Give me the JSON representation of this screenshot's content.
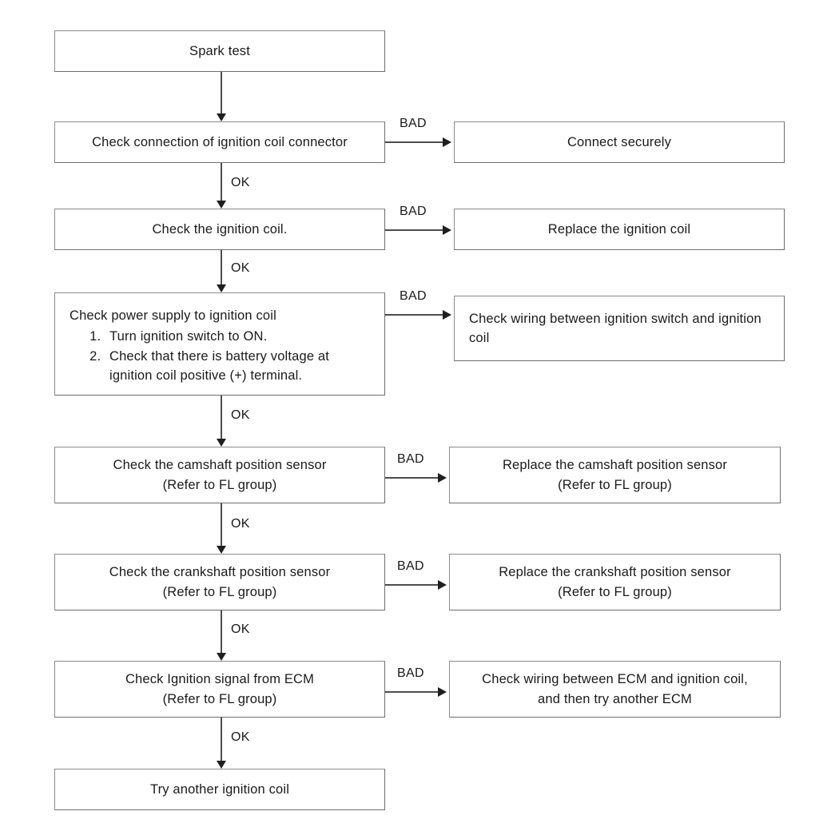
{
  "diagram": {
    "title": "Spark test diagnostic flowchart",
    "colors": {
      "box_border": "#8c8c8c",
      "connector": "#4d4d4d",
      "arrow": "#1f1f1f",
      "text": "#1a1a1a",
      "background": "#ffffff"
    },
    "edge_labels": {
      "ok": "OK",
      "bad": "BAD"
    },
    "main_steps": [
      {
        "id": "spark-test",
        "text": "Spark test"
      },
      {
        "id": "check-connector",
        "text": "Check connection of ignition coil connector"
      },
      {
        "id": "check-coil",
        "text": "Check the ignition coil."
      },
      {
        "id": "check-power-supply",
        "heading": "Check power supply to ignition coil",
        "items": [
          "Turn ignition switch to ON.",
          "Check that there is battery voltage at ignition coil positive (+) terminal."
        ]
      },
      {
        "id": "check-camshaft-sensor",
        "text": "Check the camshaft position sensor\n(Refer to FL group)"
      },
      {
        "id": "check-crankshaft-sensor",
        "text": "Check the crankshaft position sensor\n(Refer to FL group)"
      },
      {
        "id": "check-ignition-signal",
        "text": "Check Ignition signal from ECM\n(Refer to FL group)"
      },
      {
        "id": "try-another-coil",
        "text": "Try another ignition coil"
      }
    ],
    "bad_outcomes": [
      {
        "id": "connect-securely",
        "text": "Connect securely"
      },
      {
        "id": "replace-ignition-coil",
        "text": "Replace the ignition coil"
      },
      {
        "id": "check-wiring-switch-coil",
        "text": "Check wiring between ignition switch and ignition coil"
      },
      {
        "id": "replace-camshaft-sensor",
        "text": "Replace the camshaft position sensor\n(Refer to FL group)"
      },
      {
        "id": "replace-crankshaft-sensor",
        "text": "Replace the crankshaft position sensor\n(Refer to FL group)"
      },
      {
        "id": "check-wiring-ecm-coil",
        "text": "Check wiring between ECM and ignition coil,\nand then try another ECM"
      }
    ]
  }
}
